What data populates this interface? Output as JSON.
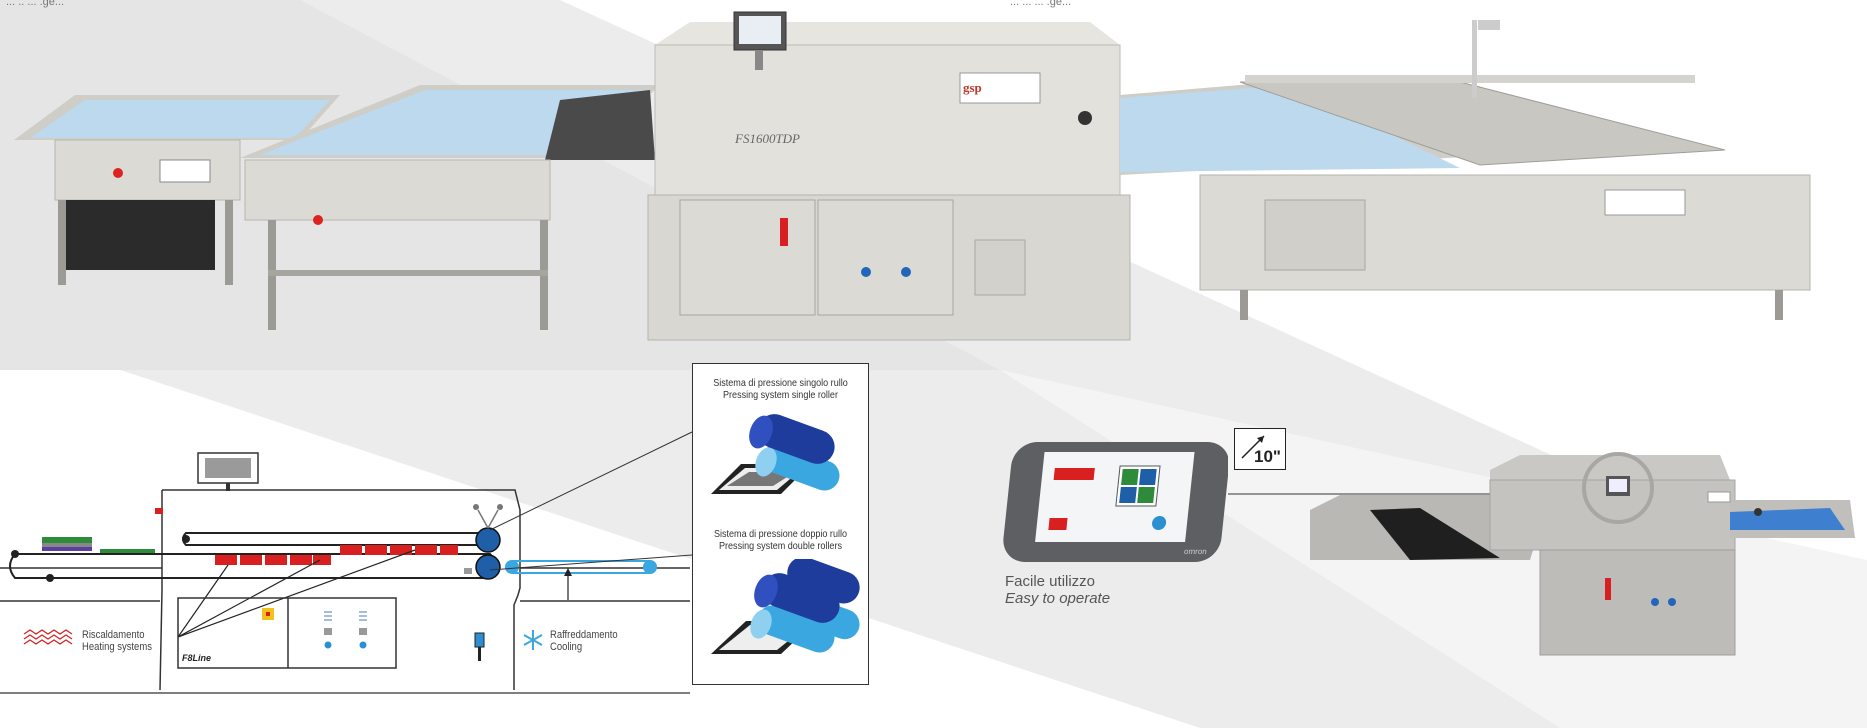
{
  "top_corner_left": "... .. ... .ge...",
  "top_corner_right": "... ... ... .ge...",
  "machine": {
    "model_label": "FS1600TDP",
    "brand_logo": "gsp"
  },
  "diagram": {
    "line_label": "F8Line",
    "heating": {
      "it": "Riscaldamento",
      "en": "Heating systems"
    },
    "cooling": {
      "it": "Raffreddamento",
      "en": "Cooling"
    }
  },
  "pressing": {
    "single": {
      "it": "Sistema di pressione singolo rullo",
      "en": "Pressing system single roller"
    },
    "double": {
      "it": "Sistema di pressione doppio rullo",
      "en": "Pressing system double rollers"
    }
  },
  "panel": {
    "size": "10\"",
    "brand": "omron",
    "caption_it": "Facile utilizzo",
    "caption_en": "Easy to operate"
  },
  "colors": {
    "belt_blue": "#bcd9ee",
    "machine_body": "#d8d6d1",
    "heater_red": "#d82020",
    "roller_blue": "#1e5fa8",
    "cooling_blue": "#3aa7e0"
  }
}
